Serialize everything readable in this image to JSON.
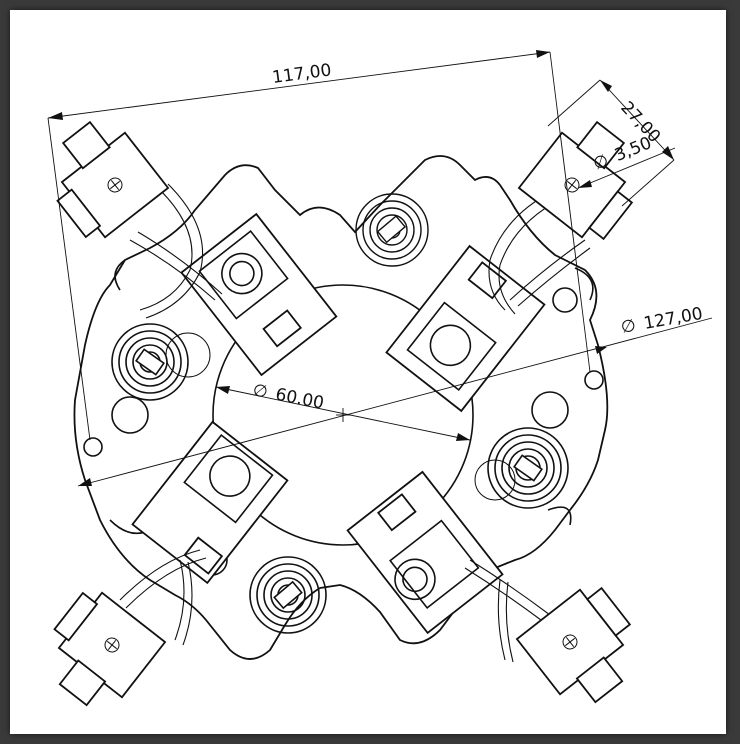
{
  "drawing": {
    "dimensions": {
      "overall_span": "117,00",
      "holder_width": "27,00",
      "hole_diameter": "3,50",
      "outer_diameter": "127,00",
      "bore_diameter": "60.00"
    },
    "diameter_symbol": "∅"
  },
  "colors": {
    "background": "#3a3a3a",
    "sheet": "#ffffff",
    "ink": "#111111",
    "watermark": "#f4c9c9"
  },
  "watermark": {
    "type": "logo",
    "visible": true
  }
}
